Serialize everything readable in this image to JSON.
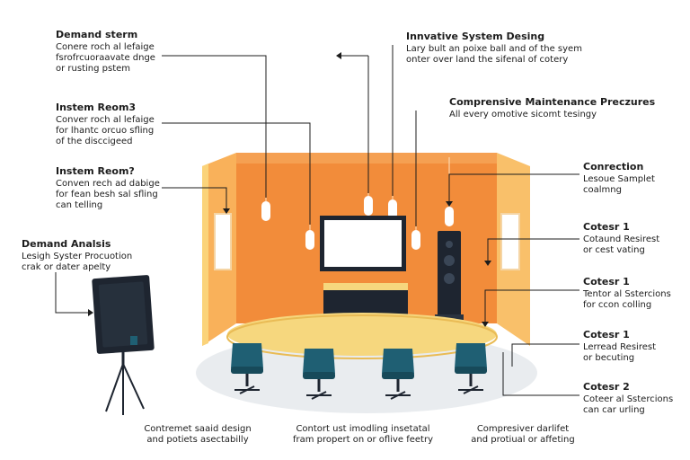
{
  "colors": {
    "wall": "#f28c3a",
    "wall_light": "#f9c98a",
    "side_wall": "#fbd37a",
    "floor": "#e9ecef",
    "table": "#f6d77e",
    "chair": "#1f5f73",
    "dark": "#1e2530",
    "line": "#1c1c1c"
  },
  "annotations": [
    {
      "title": "Demand sterm",
      "lines": [
        "Conere roch al lefaige",
        "fsrofrcuoraavate dnge",
        "or rusting pstem"
      ]
    },
    {
      "title": "Instem Reom3",
      "lines": [
        "Conver roch al lefaige",
        "for lhantc orcuo sfling",
        "of the disccigeed"
      ]
    },
    {
      "title": "Instem Reom?",
      "lines": [
        "Conven rech ad dabige",
        "for fean besh sal sfling",
        "can telling"
      ]
    },
    {
      "title": "Demand Analsis",
      "lines": [
        "Lesigh Syster Procuotion",
        "crak or dater apelty"
      ]
    },
    {
      "title": "Innvative System Desing",
      "lines": [
        "Lary bult an poixe ball and of the syem",
        "onter over land the sifenal of cotery"
      ]
    },
    {
      "title": "Comprensive Maintenance Preczures",
      "lines": [
        "All every omotive sicomt tesingy"
      ]
    },
    {
      "title": "Conrection",
      "lines": [
        "Lesoue Samplet",
        "coalmng"
      ]
    },
    {
      "title": "Cotesr 1",
      "lines": [
        "Cotaund Resirest",
        "or cest vating"
      ]
    },
    {
      "title": "Cotesr 1",
      "lines": [
        "Tentor al Sstercions",
        "for ccon colling"
      ]
    },
    {
      "title": "Cotesr 1",
      "lines": [
        "Lerread Resirest",
        "or becuting"
      ]
    },
    {
      "title": "Cotesr 2",
      "lines": [
        "Coteer al Sstercions",
        "can car urling"
      ]
    }
  ],
  "bottom_notes": [
    {
      "lines": [
        "Contremet saaid design",
        "and potiets asectabilly"
      ]
    },
    {
      "lines": [
        "Contort ust imodling insetatal",
        "fram propert on or oflive feetry"
      ]
    },
    {
      "lines": [
        "Compresiver darlifet",
        "and protiual or affeting"
      ]
    }
  ],
  "icons": [
    "pendant-light-icon",
    "display-screen-icon",
    "speaker-icon",
    "tablet-on-tripod-icon",
    "office-chair-icon"
  ]
}
